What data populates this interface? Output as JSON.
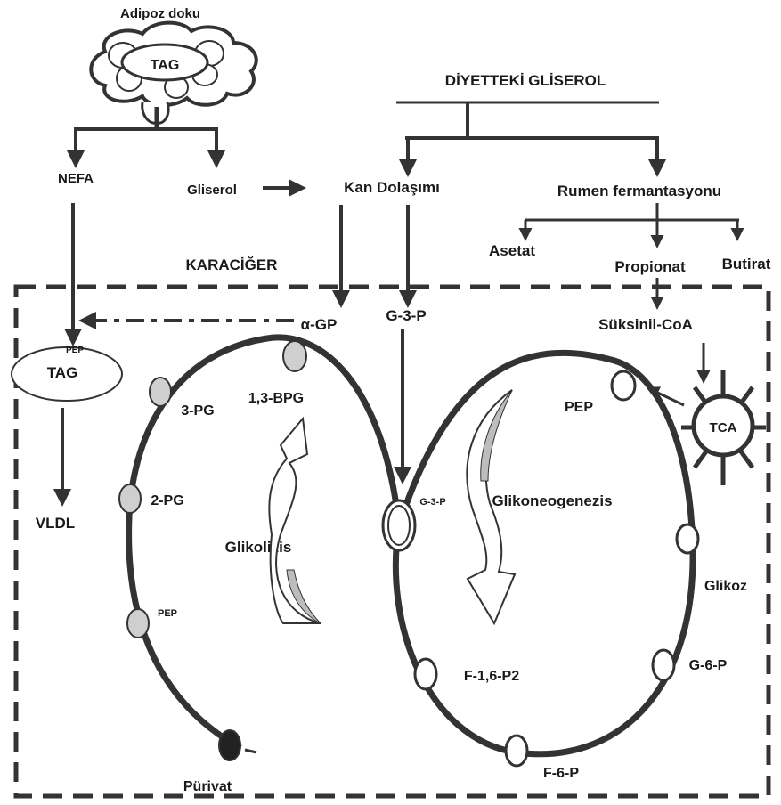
{
  "adipose": {
    "title": "Adipoz doku",
    "tag": "TAG"
  },
  "top_labels": {
    "nefa": "NEFA",
    "glycerol": "Gliserol",
    "dietary_glycerol": "DİYETTEKİ GLİSEROL",
    "blood_circulation": "Kan Dolaşımı",
    "rumen_fermentation": "Rumen fermantasyonu",
    "acetate": "Asetat",
    "propionate": "Propionat",
    "butyrate": "Butirat",
    "liver": "KARACİĞER",
    "alpha_gp": "α-GP",
    "g3p_top": "G-3-P",
    "succinyl_coa": "Süksinil-CoA"
  },
  "left_region": {
    "pep_small": "PEP",
    "tag": "TAG",
    "vldl": "VLDL"
  },
  "glycolysis": {
    "label": "Glikolizis",
    "nodes": [
      "1,3-BPG",
      "3-PG",
      "2-PG",
      "PEP",
      "Pürivat"
    ]
  },
  "gluconeogenesis": {
    "label": "Glikoneogenezis",
    "nodes": [
      "PEP",
      "Glikoz",
      "G-6-P",
      "F-6-P",
      "F-1,6-P2"
    ],
    "center_node": "G-3-P",
    "tca": "TCA"
  },
  "colors": {
    "ink": "#333333",
    "node_fill": "#cfcfcf",
    "arrow_fill": "#bdbdbd",
    "pyruvate": "#222222"
  }
}
